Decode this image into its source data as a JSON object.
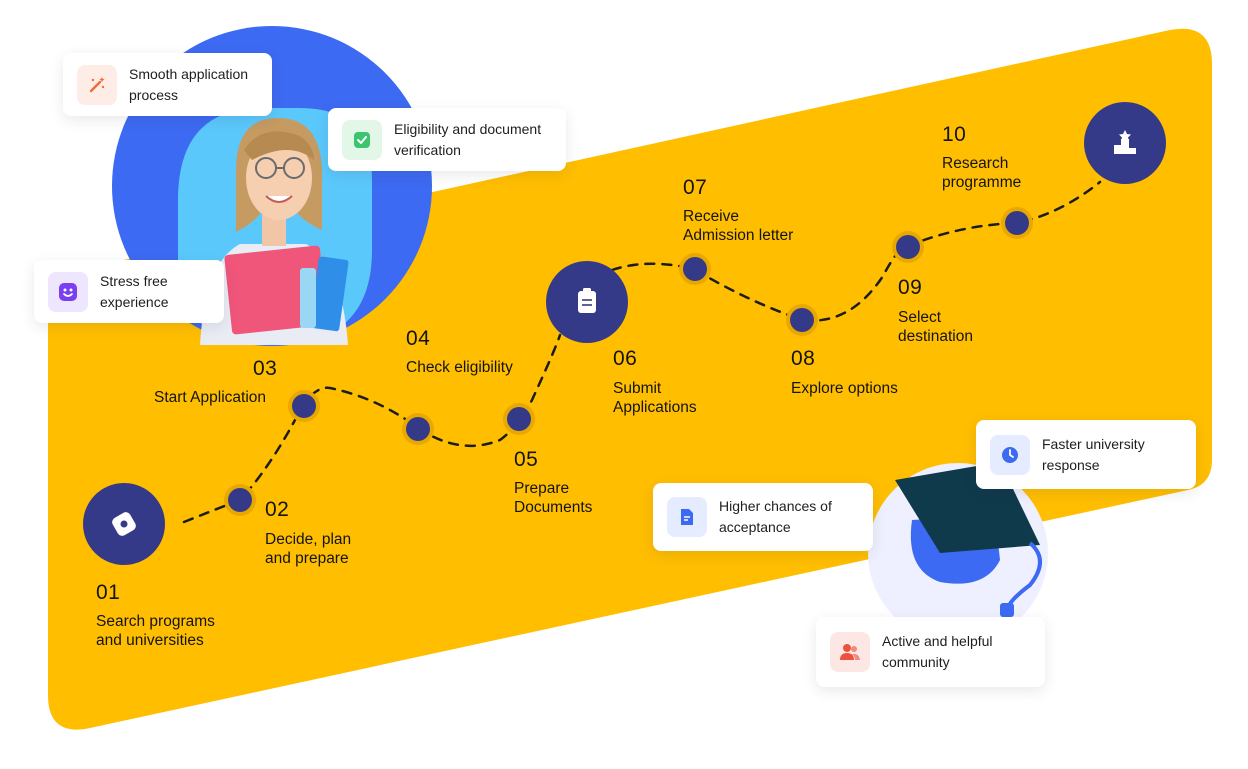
{
  "steps": [
    {
      "num": "01",
      "label": "Search programs\nand universities"
    },
    {
      "num": "02",
      "label": "Decide, plan\nand prepare"
    },
    {
      "num": "03",
      "label": "Start Application"
    },
    {
      "num": "04",
      "label": "Check eligibility"
    },
    {
      "num": "05",
      "label": "Prepare\nDocuments"
    },
    {
      "num": "06",
      "label": "Submit\nApplications"
    },
    {
      "num": "07",
      "label": "Receive\nAdmission letter"
    },
    {
      "num": "08",
      "label": "Explore options"
    },
    {
      "num": "09",
      "label": "Select\ndestination"
    },
    {
      "num": "10",
      "label": "Research\nprogramme"
    }
  ],
  "cards": {
    "smooth": {
      "text": "Smooth application\nprocess",
      "icon": "magic-wand-icon"
    },
    "eligibility": {
      "text": "Eligibility and document\nverification",
      "icon": "check-icon"
    },
    "stress": {
      "text": "Stress free\nexperience",
      "icon": "smiley-icon"
    },
    "acceptance": {
      "text": "Higher chances of\nacceptance",
      "icon": "document-icon"
    },
    "faster": {
      "text": "Faster university\nresponse",
      "icon": "clock-icon"
    },
    "community": {
      "text": "Active and helpful\ncommunity",
      "icon": "users-icon"
    }
  },
  "colors": {
    "band": "#FFBE00",
    "node": "#343A87",
    "blob": "#3D6AF2",
    "light_blue": "#5BC8FB"
  }
}
